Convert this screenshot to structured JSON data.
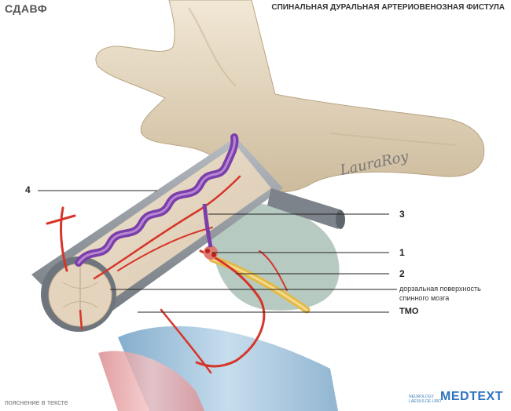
{
  "header": {
    "abbreviation": "СДАВФ",
    "title": "СПИНАЛЬНАЯ ДУРАЛЬНАЯ АРТЕРИОВЕНОЗНАЯ ФИСТУЛА"
  },
  "labels": {
    "n4": "4",
    "n3": "3",
    "n1": "1",
    "n2": "2",
    "dorsal_line1": "дорзальная поверхность",
    "dorsal_line2": "спинного мозга",
    "tmo": "ТМО"
  },
  "footer": {
    "note": "пояснение в тексте",
    "logo_small_line1": "NEUROLOGY",
    "logo_small_line2": "LAESUS DE LIRO",
    "logo_main": "MEDTEXT"
  },
  "signature": "LauraRoy",
  "colors": {
    "bone": "#e9dcc6",
    "bone_shadow": "#c9b79a",
    "dura": "#8a8f96",
    "cord": "#e7d8c4",
    "artery": "#d6362a",
    "vein": "#7a3fa8",
    "nerve": "#e2b94a",
    "vessel_blue": "#8fb6d2",
    "vessel_pink": "#e8a3a6"
  }
}
